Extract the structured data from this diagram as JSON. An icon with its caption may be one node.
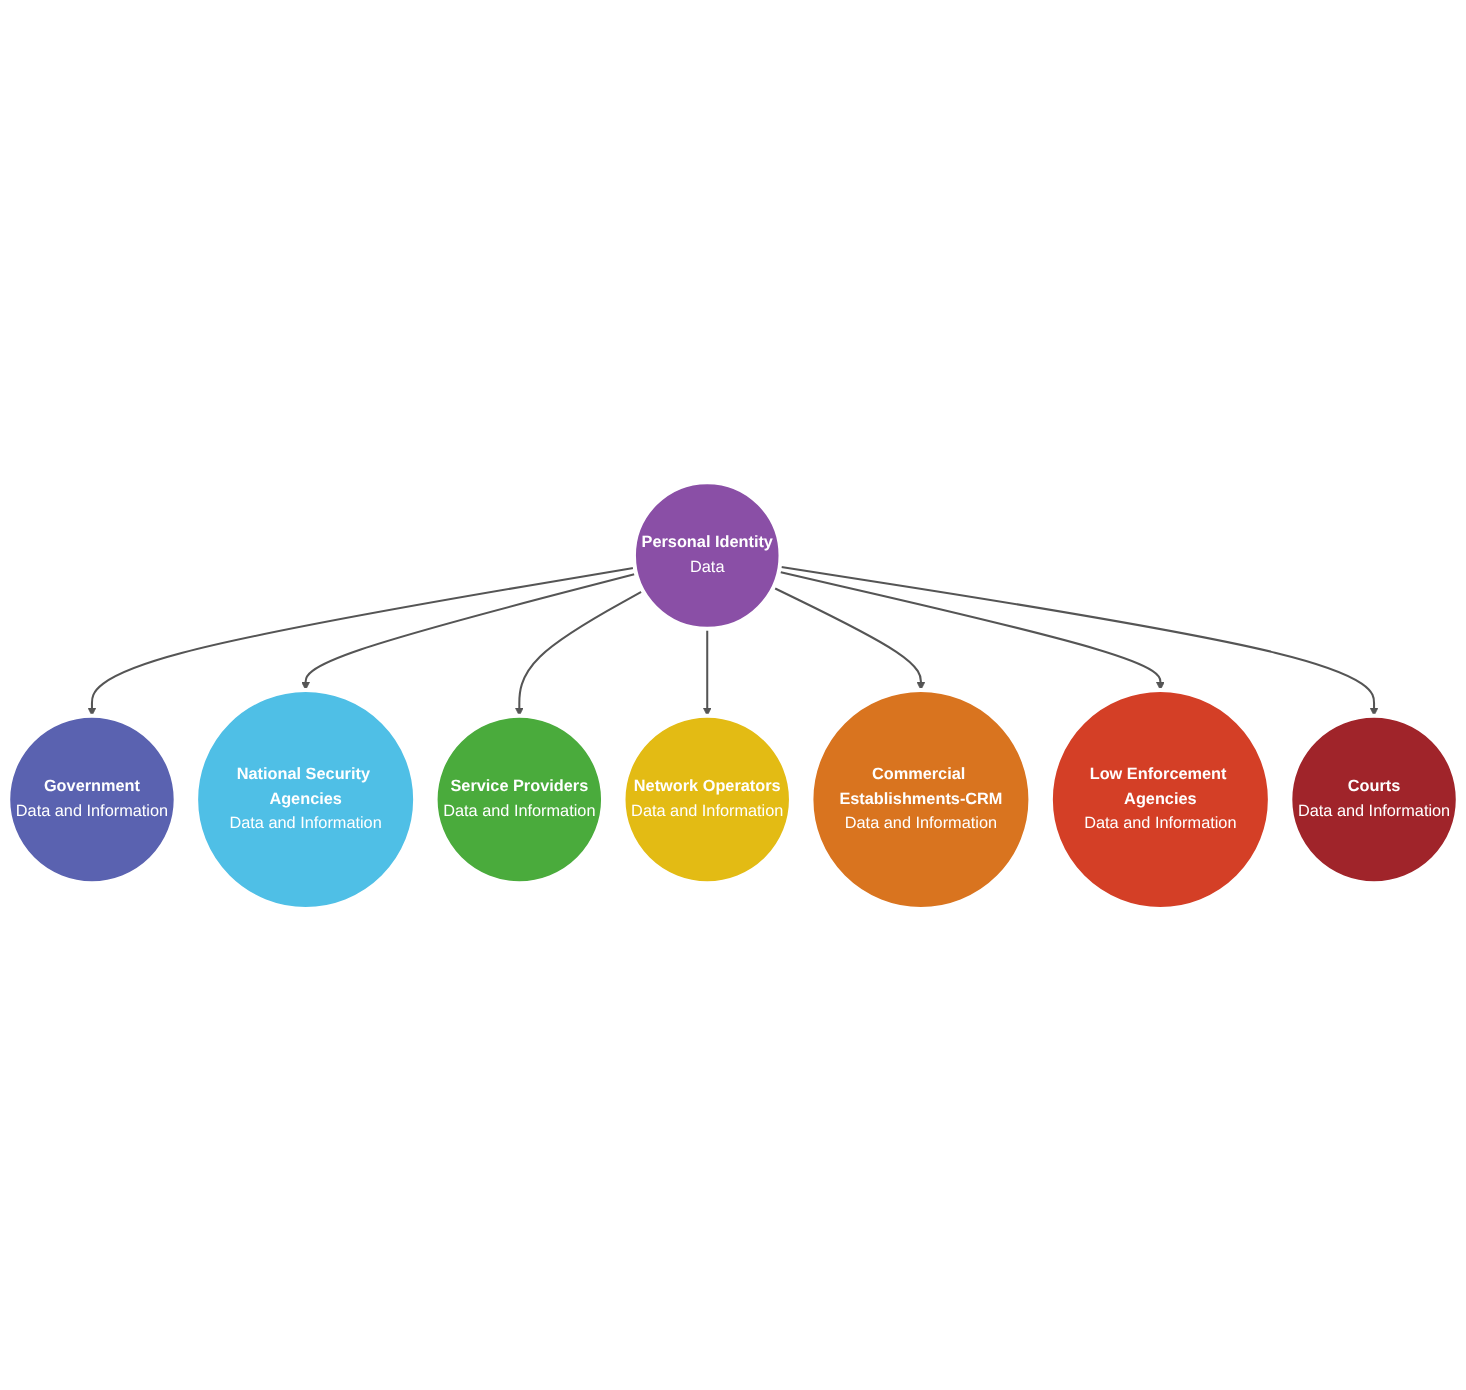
{
  "diagram": {
    "nodes": [
      {
        "text": [
          "Personal Identity",
          "Data"
        ]
      },
      {
        "text": [
          "Government",
          "Data and Information"
        ]
      },
      {
        "text": [
          "National Security Agencies",
          "Data and Information"
        ]
      },
      {
        "text": [
          "Service Providers",
          "Data and Information"
        ]
      },
      {
        "text": [
          "Network Operators",
          "Data and Information"
        ]
      },
      {
        "text": [
          "Commercial Establishments-CRM",
          "Data and Information"
        ]
      },
      {
        "text": [
          "Low Enforcement Agencies",
          "Data and Information"
        ]
      },
      {
        "text": [
          "Courts",
          "Data and Information"
        ]
      }
    ],
    "edges": [
      {
        "from": 0,
        "to": 1,
        "arrow": "to"
      },
      {
        "from": 0,
        "to": 2,
        "arrow": "to"
      },
      {
        "from": 0,
        "to": 3,
        "arrow": "to"
      },
      {
        "from": 0,
        "to": 4,
        "arrow": "to"
      },
      {
        "from": 0,
        "to": 5,
        "arrow": "to"
      },
      {
        "from": 0,
        "to": 6,
        "arrow": "to"
      },
      {
        "from": 0,
        "to": 7,
        "arrow": "to"
      }
    ]
  }
}
